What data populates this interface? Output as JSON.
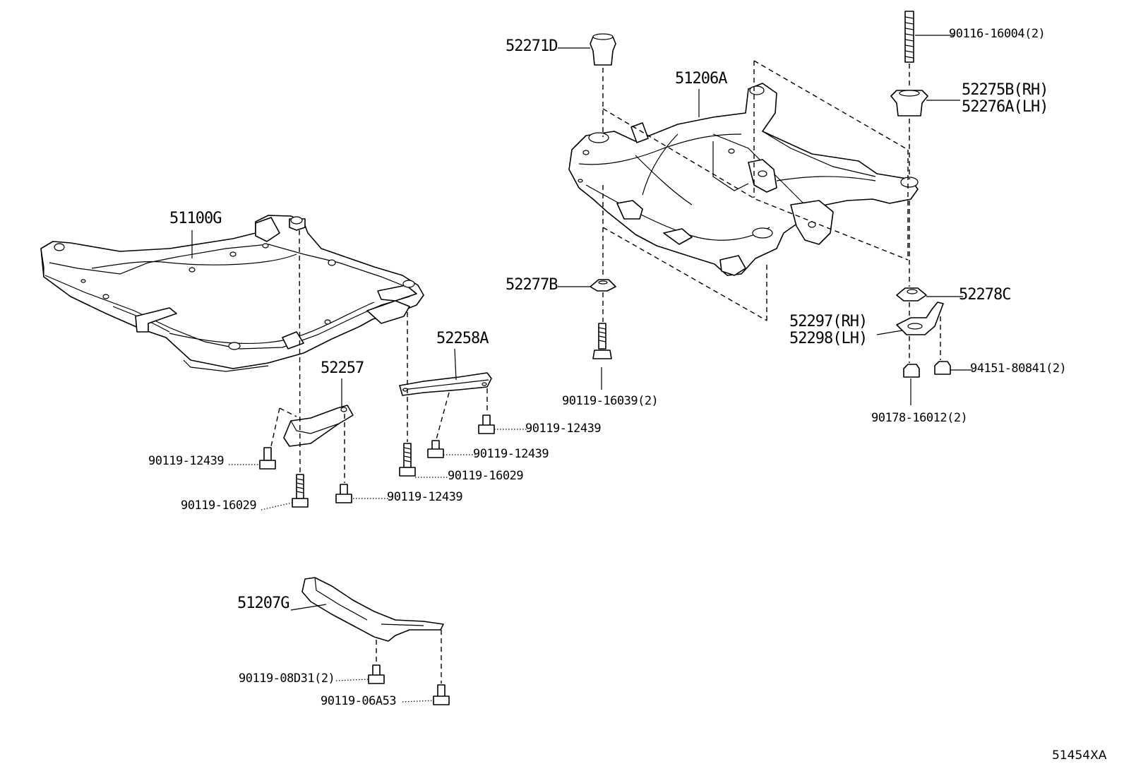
{
  "labels": {
    "p51100G": "51100G",
    "p52257": "52257",
    "p52258A": "52258A",
    "p52271D": "52271D",
    "p51206A": "51206A",
    "p52277B": "52277B",
    "p90119_16039": "90119-16039(2)",
    "p90116_16004": "90116-16004(2)",
    "p52275B": "52275B(RH)",
    "p52276A": "52276A(LH)",
    "p52278C": "52278C",
    "p52297": "52297(RH)",
    "p52298": "52298(LH)",
    "p94151": "94151-80841(2)",
    "p90178": "90178-16012(2)",
    "p90119_12439_a": "90119-12439",
    "p90119_12439_b": "90119-12439",
    "p90119_12439_c": "90119-12439",
    "p90119_12439_d": "90119-12439",
    "p90119_16029_a": "90119-16029",
    "p90119_16029_b": "90119-16029",
    "p51207G": "51207G",
    "p90119_08D31": "90119-08D31(2)",
    "p90119_06A53": "90119-06A53",
    "ref": "51454XA"
  }
}
